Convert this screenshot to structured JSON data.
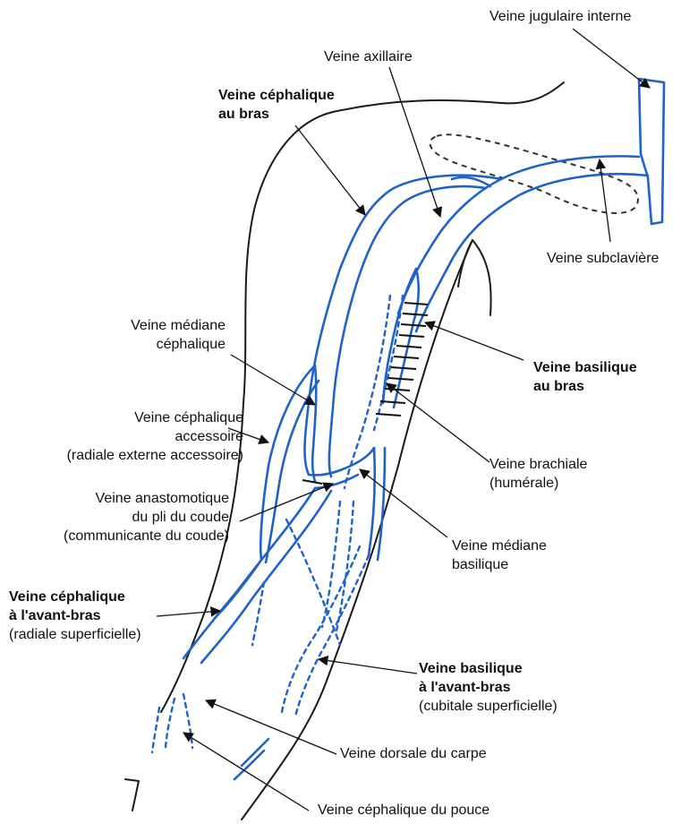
{
  "colors": {
    "vein": "#1f63c6",
    "outline": "#1a1a1a",
    "leader": "#111111"
  },
  "labels": {
    "jugulaire": "Veine jugulaire interne",
    "axillaire": "Veine axillaire",
    "cephalique_bras": [
      "Veine céphalique",
      "au bras"
    ],
    "subclaviere": "Veine subclavière",
    "mediane_cephalique": [
      "Veine médiane",
      "céphalique"
    ],
    "basilique_bras": [
      "Veine basilique",
      "au bras"
    ],
    "cephalique_accessoire": [
      "Veine céphalique",
      "accessoire",
      "(radiale externe accessoire)"
    ],
    "brachiale": [
      "Veine brachiale",
      "(humérale)"
    ],
    "anastomotique": [
      "Veine anastomotique",
      "du pli du coude",
      "(communicante du coude)"
    ],
    "mediane_basilique": [
      "Veine médiane",
      "basilique"
    ],
    "cephalique_avant_bras": [
      "Veine céphalique",
      "à l'avant-bras",
      "(radiale superficielle)"
    ],
    "basilique_avant_bras": [
      "Veine basilique",
      "à l'avant-bras",
      "(cubitale superficielle)"
    ],
    "dorsale_carpe": "Veine dorsale du carpe",
    "cephalique_pouce": "Veine céphalique du pouce"
  }
}
